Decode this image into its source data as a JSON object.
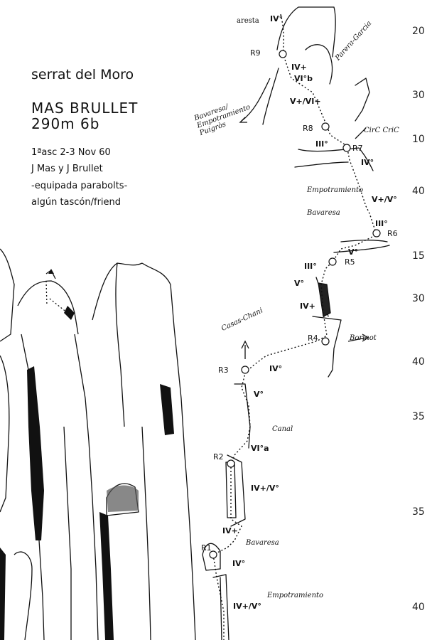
{
  "header": {
    "location": "serrat del Moro",
    "route_name": "MAS BRULLET",
    "route_length_grade": "290m 6b",
    "first_ascent": "1ªasc 2-3 Nov 60",
    "first_ascensionists": "J Mas y J Brullet",
    "equipment": "-equipada parabolts-",
    "protection_note": "algún tascón/friend"
  },
  "pitch_lengths": [
    "20",
    "30",
    "10",
    "40",
    "15",
    "30",
    "40",
    "35",
    "35",
    "40"
  ],
  "belays": [
    "R9",
    "R8",
    "R7",
    "R6",
    "R5",
    "R4",
    "R3",
    "R2",
    "R1"
  ],
  "grades": {
    "aresta": "IV°",
    "p9a": "IV+",
    "p9b": "VI°b",
    "p8": "V+/VI+",
    "p7a": "III°",
    "p7b": "IV°",
    "p6": "V+/V°",
    "p6b": "III°",
    "p5": "V°",
    "p5b": "III°",
    "p4a": "V°",
    "p4b": "IV+",
    "p3": "IV°",
    "p3b": "V°",
    "p2": "VI°a",
    "p2b": "IV+/V°",
    "p1a": "IV+",
    "p1b": "IV°",
    "p1c": "IV+/V°"
  },
  "route_labels": {
    "aresta": "aresta",
    "parera_garcia": "Parera-Garcia",
    "bavaresa_empotramiento": "Bavaresa/ Empotramiento Puigròs",
    "circ": "CirC CriC",
    "empotramiento_top": "Empotramiento",
    "bavaresa_mid": "Bavaresa",
    "borinot": "Borinot",
    "casas_chani": "Casas-Chani",
    "canal": "Canal",
    "bavaresa_low": "Bavaresa",
    "empotramiento_low": "Empotramiento"
  }
}
